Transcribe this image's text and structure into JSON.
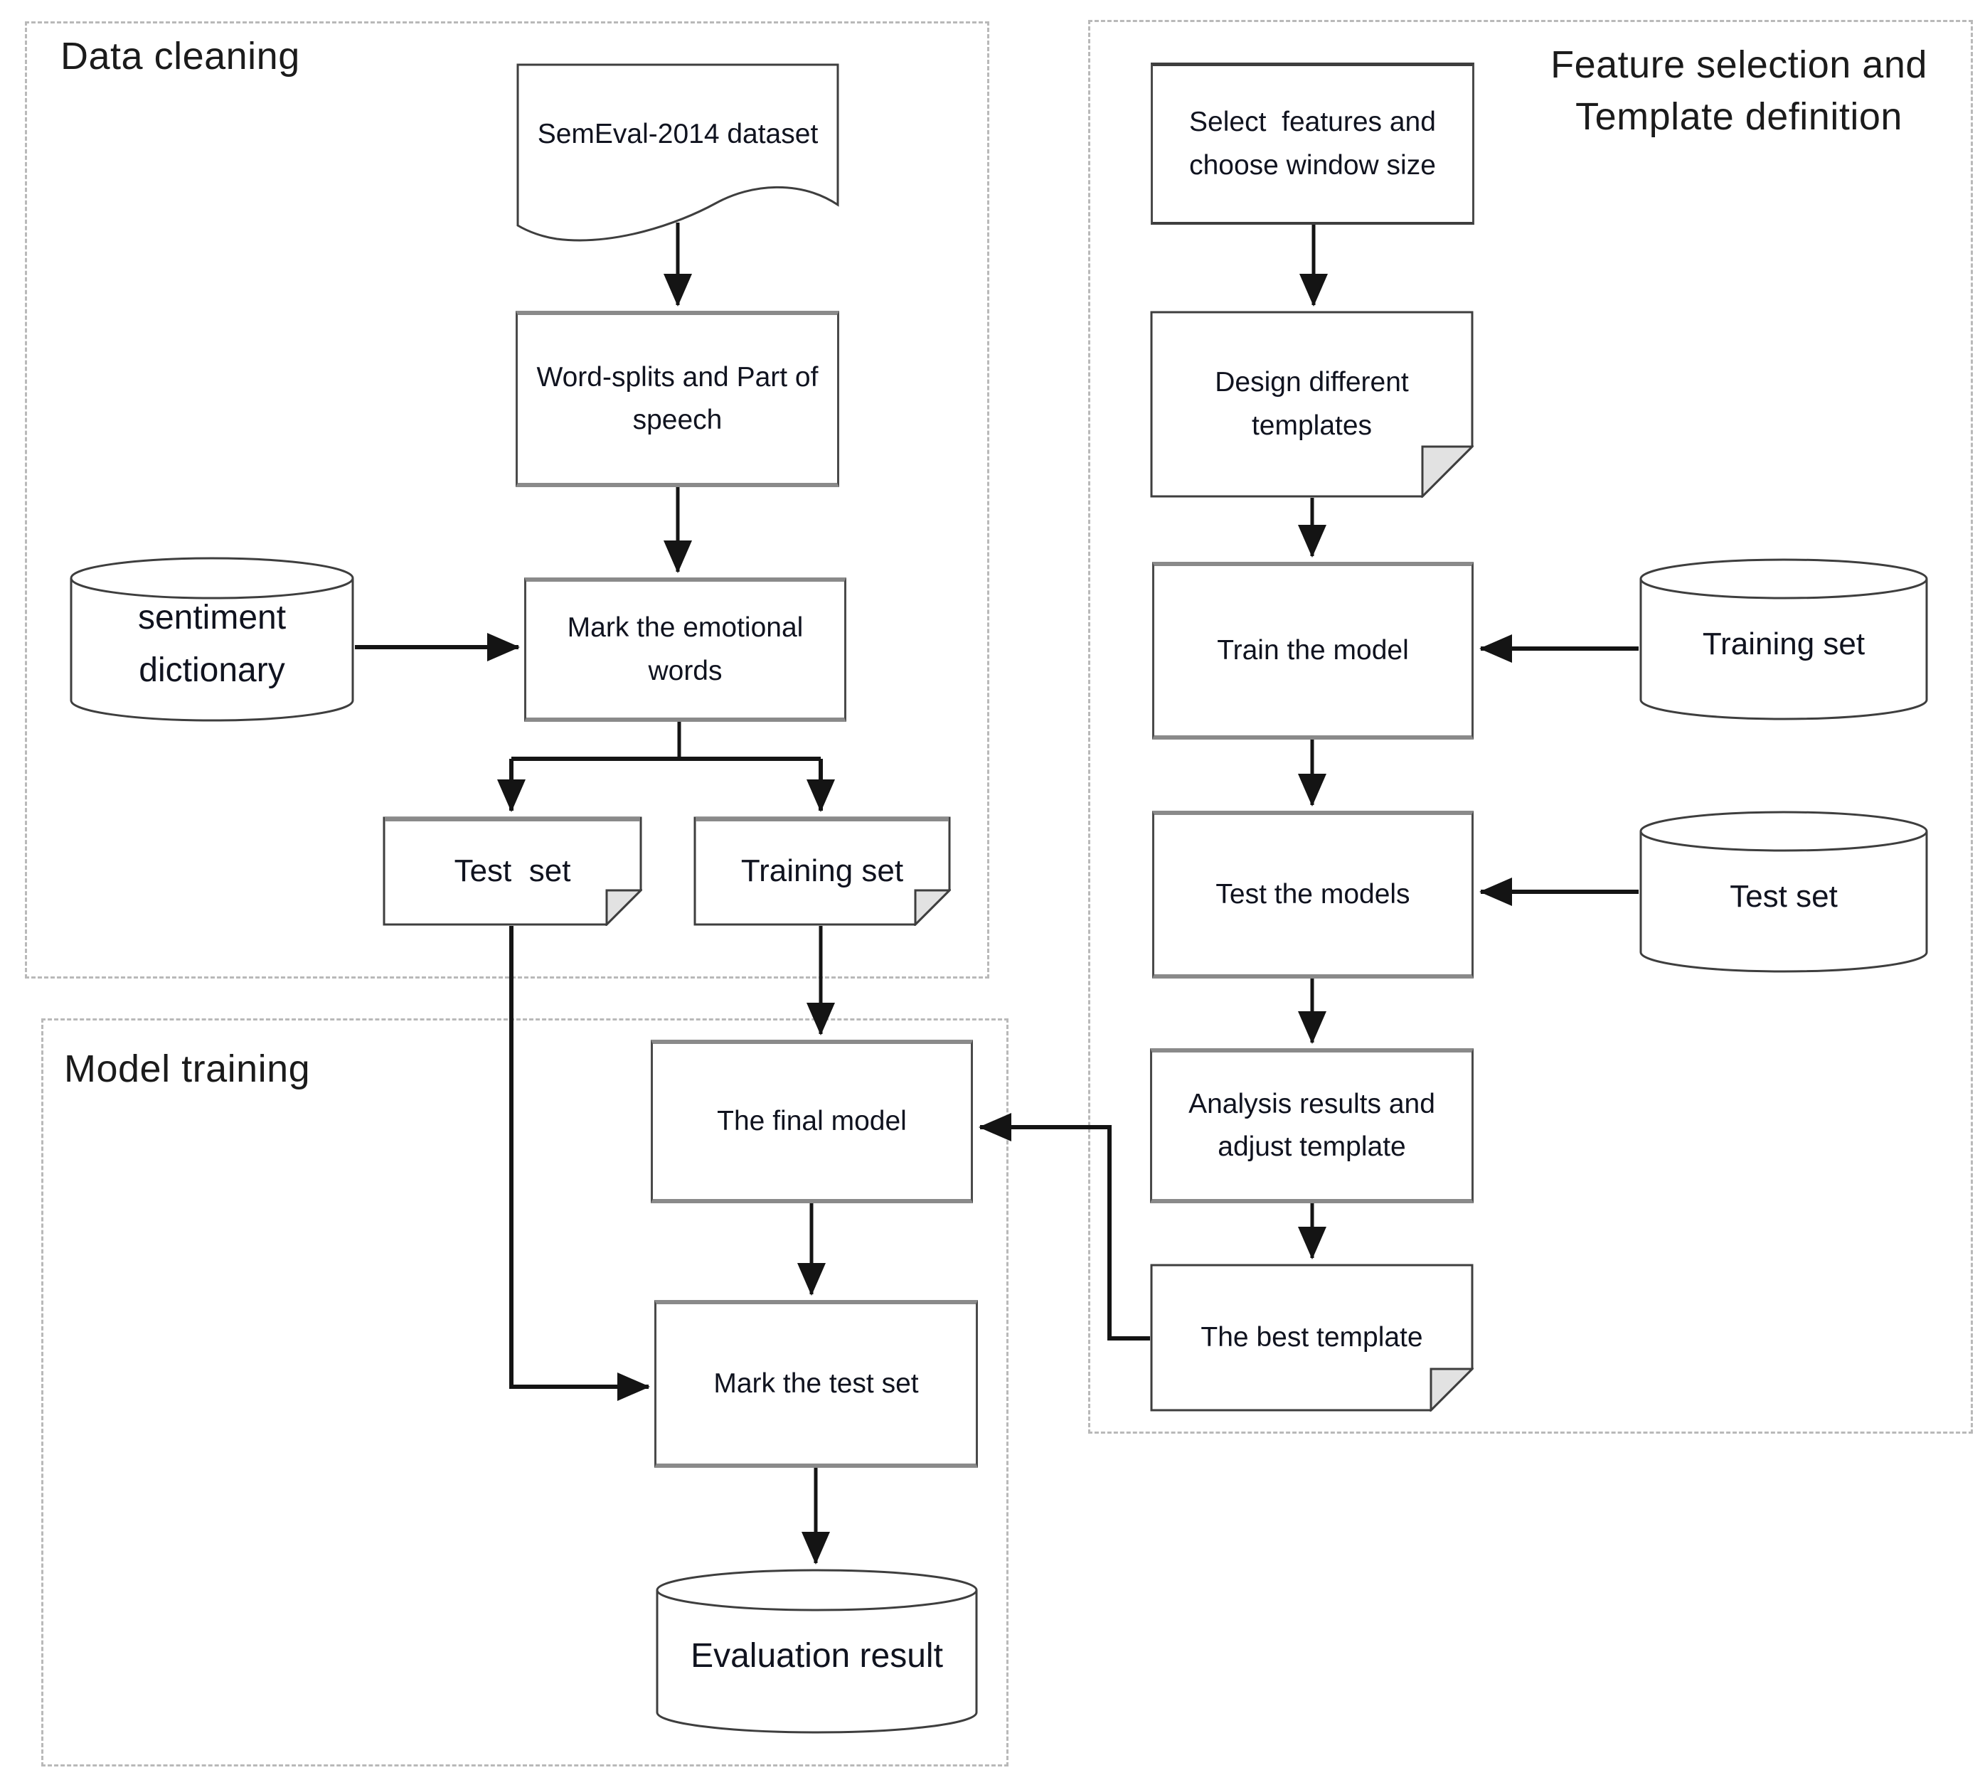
{
  "sections": {
    "data_cleaning": {
      "title": "Data cleaning",
      "nodes": {
        "semeval_dataset": "SemEval-2014 dataset",
        "word_splits": "Word-splits and Part of speech",
        "sentiment_dictionary": "sentiment dictionary",
        "mark_emotional_words": "Mark the emotional words",
        "test_set": "Test  set",
        "training_set": "Training set"
      }
    },
    "feature_selection": {
      "title": "Feature selection and Template definition",
      "nodes": {
        "select_features": "Select  features and choose window size",
        "design_templates": "Design different templates",
        "train_model": "Train the model",
        "training_set_db": "Training set",
        "test_models": "Test the models",
        "test_set_db": "Test set",
        "analysis_results": "Analysis results and adjust template",
        "best_template": "The best template"
      }
    },
    "model_training": {
      "title": "Model training",
      "nodes": {
        "final_model": "The final model",
        "mark_test_set": "Mark the test set",
        "evaluation_result": "Evaluation result"
      }
    }
  },
  "colors": {
    "shape_border": "#3e3e3e",
    "gray_bar": "#8a8a8a",
    "dashed_border": "#b9b9b9",
    "arrow": "#141414",
    "text": "#10131f",
    "fold_fill": "#e2e2e2",
    "background": "#ffffff"
  }
}
